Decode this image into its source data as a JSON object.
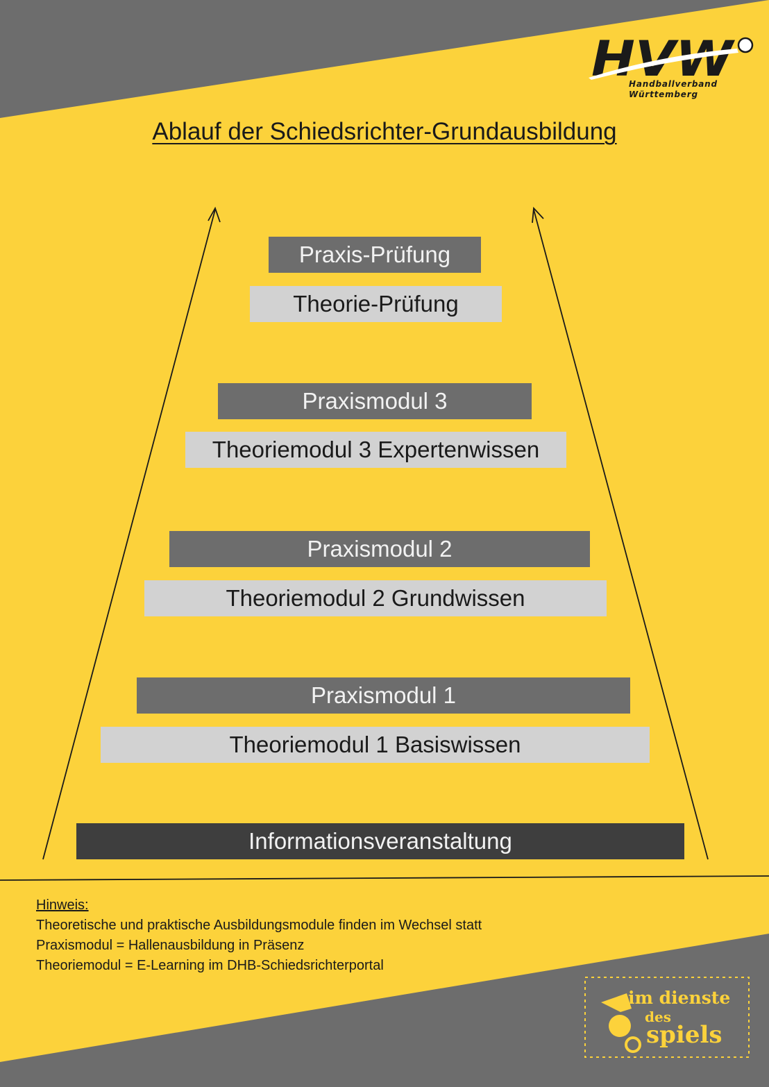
{
  "logo": {
    "mark": "HVW",
    "name_line1": "Handballverband",
    "name_line2": "Württemberg",
    "icon": "handball-icon"
  },
  "title": "Ablauf der Schiedsrichter-Grundausbildung",
  "steps": [
    {
      "label": "Praxis-Prüfung",
      "kind": "practice"
    },
    {
      "label": "Theorie-Prüfung",
      "kind": "theory"
    },
    {
      "label": "Praxismodul 3",
      "kind": "practice"
    },
    {
      "label": "Theoriemodul 3 Expertenwissen",
      "kind": "theory"
    },
    {
      "label": "Praxismodul 2",
      "kind": "practice"
    },
    {
      "label": "Theoriemodul 2 Grundwissen",
      "kind": "theory"
    },
    {
      "label": "Praxismodul 1",
      "kind": "practice"
    },
    {
      "label": "Theoriemodul 1 Basiswissen",
      "kind": "theory"
    },
    {
      "label": "Informationsveranstaltung",
      "kind": "info"
    }
  ],
  "note": {
    "title": "Hinweis:",
    "lines": [
      "Theoretische und praktische Ausbildungsmodule finden im Wechsel statt",
      "Praxismodul = Hallenausbildung in Präsenz",
      "Theoriemodul = E-Learning im DHB-Schiedsrichterportal"
    ]
  },
  "slogan": {
    "line1": "im dienste",
    "line2": "des",
    "line3": "spiels",
    "icon": "whistle-icon"
  },
  "colors": {
    "background": "#fcd23b",
    "corner_gray": "#6d6d6d",
    "practice_box": "#6d6d6d",
    "theory_box": "#d2d2d2",
    "info_box": "#3e3e3e"
  }
}
